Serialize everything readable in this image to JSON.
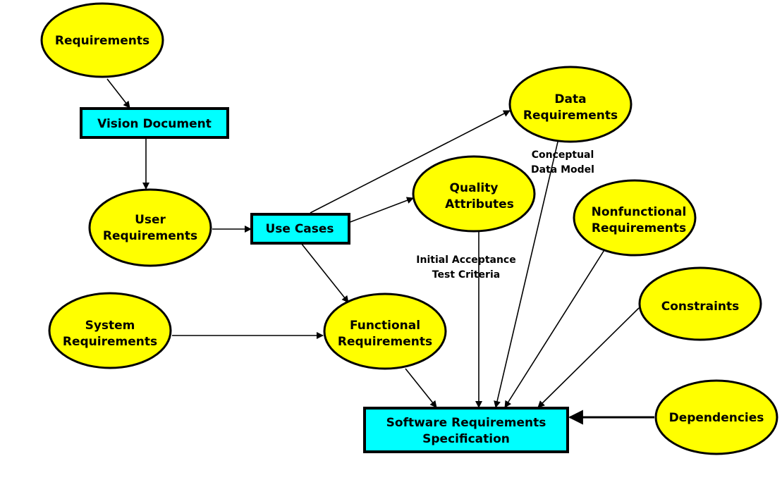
{
  "nodes": {
    "requirements": {
      "l1": "Requirements"
    },
    "vision_document": {
      "l1": "Vision Document"
    },
    "user_requirements": {
      "l1": "User",
      "l2": "Requirements"
    },
    "use_cases": {
      "l1": "Use Cases"
    },
    "data_requirements": {
      "l1": "Data",
      "l2": "Requirements"
    },
    "quality_attributes": {
      "l1": "Quality",
      "l2": "Attributes"
    },
    "nonfunctional_requirements": {
      "l1": "Nonfunctional",
      "l2": "Requirements"
    },
    "system_requirements": {
      "l1": "System",
      "l2": "Requirements"
    },
    "functional_requirements": {
      "l1": "Functional",
      "l2": "Requirements"
    },
    "constraints": {
      "l1": "Constraints"
    },
    "srs": {
      "l1": "Software Requirements",
      "l2": "Specification"
    },
    "dependencies": {
      "l1": "Dependencies"
    }
  },
  "edge_labels": {
    "conceptual_data_model": {
      "l1": "Conceptual",
      "l2": "Data Model"
    },
    "initial_acceptance": {
      "l1": "Initial Acceptance",
      "l2": "Test Criteria"
    }
  },
  "colors": {
    "ellipse_fill": "#ffff00",
    "box_fill": "#00ffff",
    "stroke": "#000000"
  }
}
